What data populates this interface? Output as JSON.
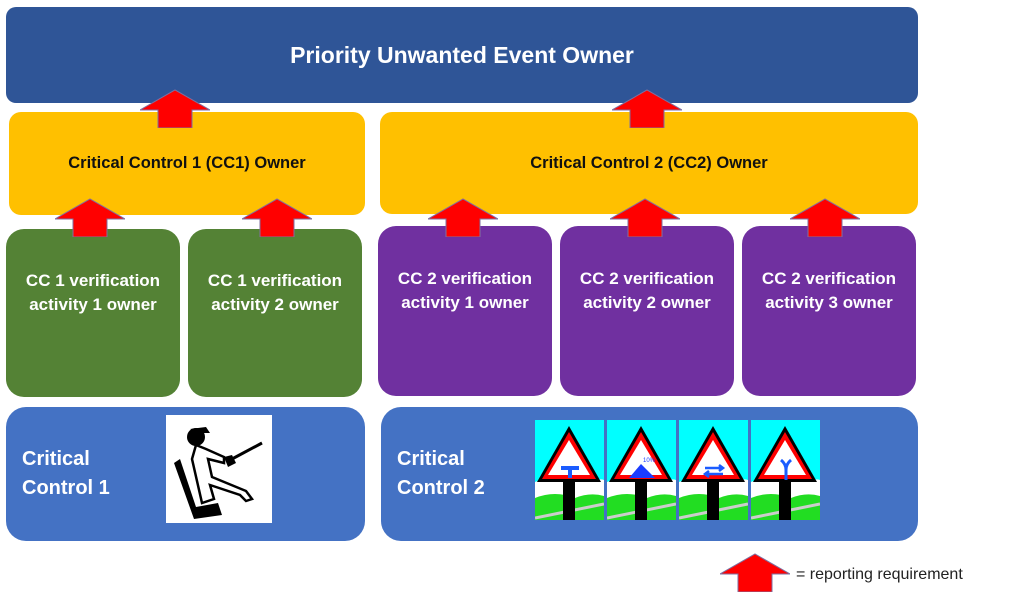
{
  "diagram": {
    "top": {
      "label": "Priority Unwanted Event Owner",
      "color": "#2f5597"
    },
    "cc1_owner": {
      "label": "Critical Control 1 (CC1) Owner",
      "color": "#ffc000"
    },
    "cc2_owner": {
      "label": "Critical Control 2 (CC2) Owner",
      "color": "#ffc000"
    },
    "cc1_activities": [
      {
        "line1": "CC 1 verification",
        "line2": "activity 1 owner"
      },
      {
        "line1": "CC 1 verification",
        "line2": "activity 2 owner"
      }
    ],
    "cc2_activities": [
      {
        "line1": "CC 2 verification",
        "line2": "activity 1 owner"
      },
      {
        "line1": "CC 2 verification",
        "line2": "activity 2 owner"
      },
      {
        "line1": "CC 2 verification",
        "line2": "activity 3 owner"
      }
    ],
    "controls": [
      {
        "line1": "Critical",
        "line2": "Control 1",
        "image": "seated-operator-icon"
      },
      {
        "line1": "Critical",
        "line2": "Control 2",
        "images": [
          "t-junction-sign-icon",
          "steep-descent-sign-icon",
          "two-way-traffic-sign-icon",
          "road-merge-sign-icon"
        ]
      }
    ],
    "colors": {
      "activity_cc1": "#548235",
      "activity_cc2": "#7030a0",
      "control": "#4472c4",
      "arrow": "#ff0000"
    },
    "grade_label": "10%"
  },
  "legend": {
    "text": "= reporting requirement",
    "icon": "red-up-arrow-icon"
  }
}
